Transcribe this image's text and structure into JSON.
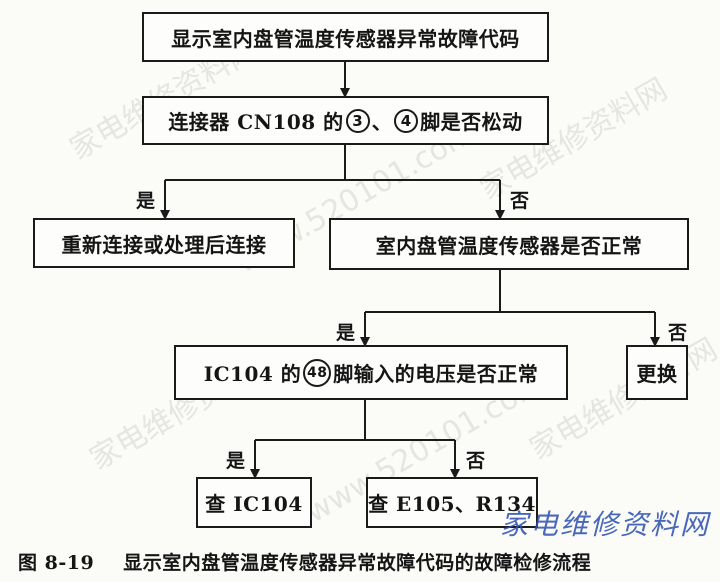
{
  "boxes": {
    "start": "显示室内盘管温度传感器异常故障代码",
    "check_connector": {
      "prefix": "连接器 CN108 的",
      "pin_a": "3",
      "separator": "、",
      "pin_b": "4",
      "suffix": "脚是否松动"
    },
    "reconnect": "重新连接或处理后连接",
    "sensor_normal": "室内盘管温度传感器是否正常",
    "check_ic_voltage": {
      "prefix": "IC104 的",
      "pin": "48",
      "suffix": "脚输入的电压是否正常"
    },
    "replace": "更换",
    "check_ic104": "查 IC104",
    "check_e105_r134": "查 E105、R134"
  },
  "branches": {
    "yes": "是",
    "no": "否"
  },
  "caption": {
    "figure_number": "图 8-19",
    "text": "显示室内盘管温度传感器异常故障代码的故障检修流程"
  },
  "watermarks": {
    "chinese": "家电维修资料网",
    "url": "www.520101.com"
  },
  "logo_text": "家电维修资料网"
}
